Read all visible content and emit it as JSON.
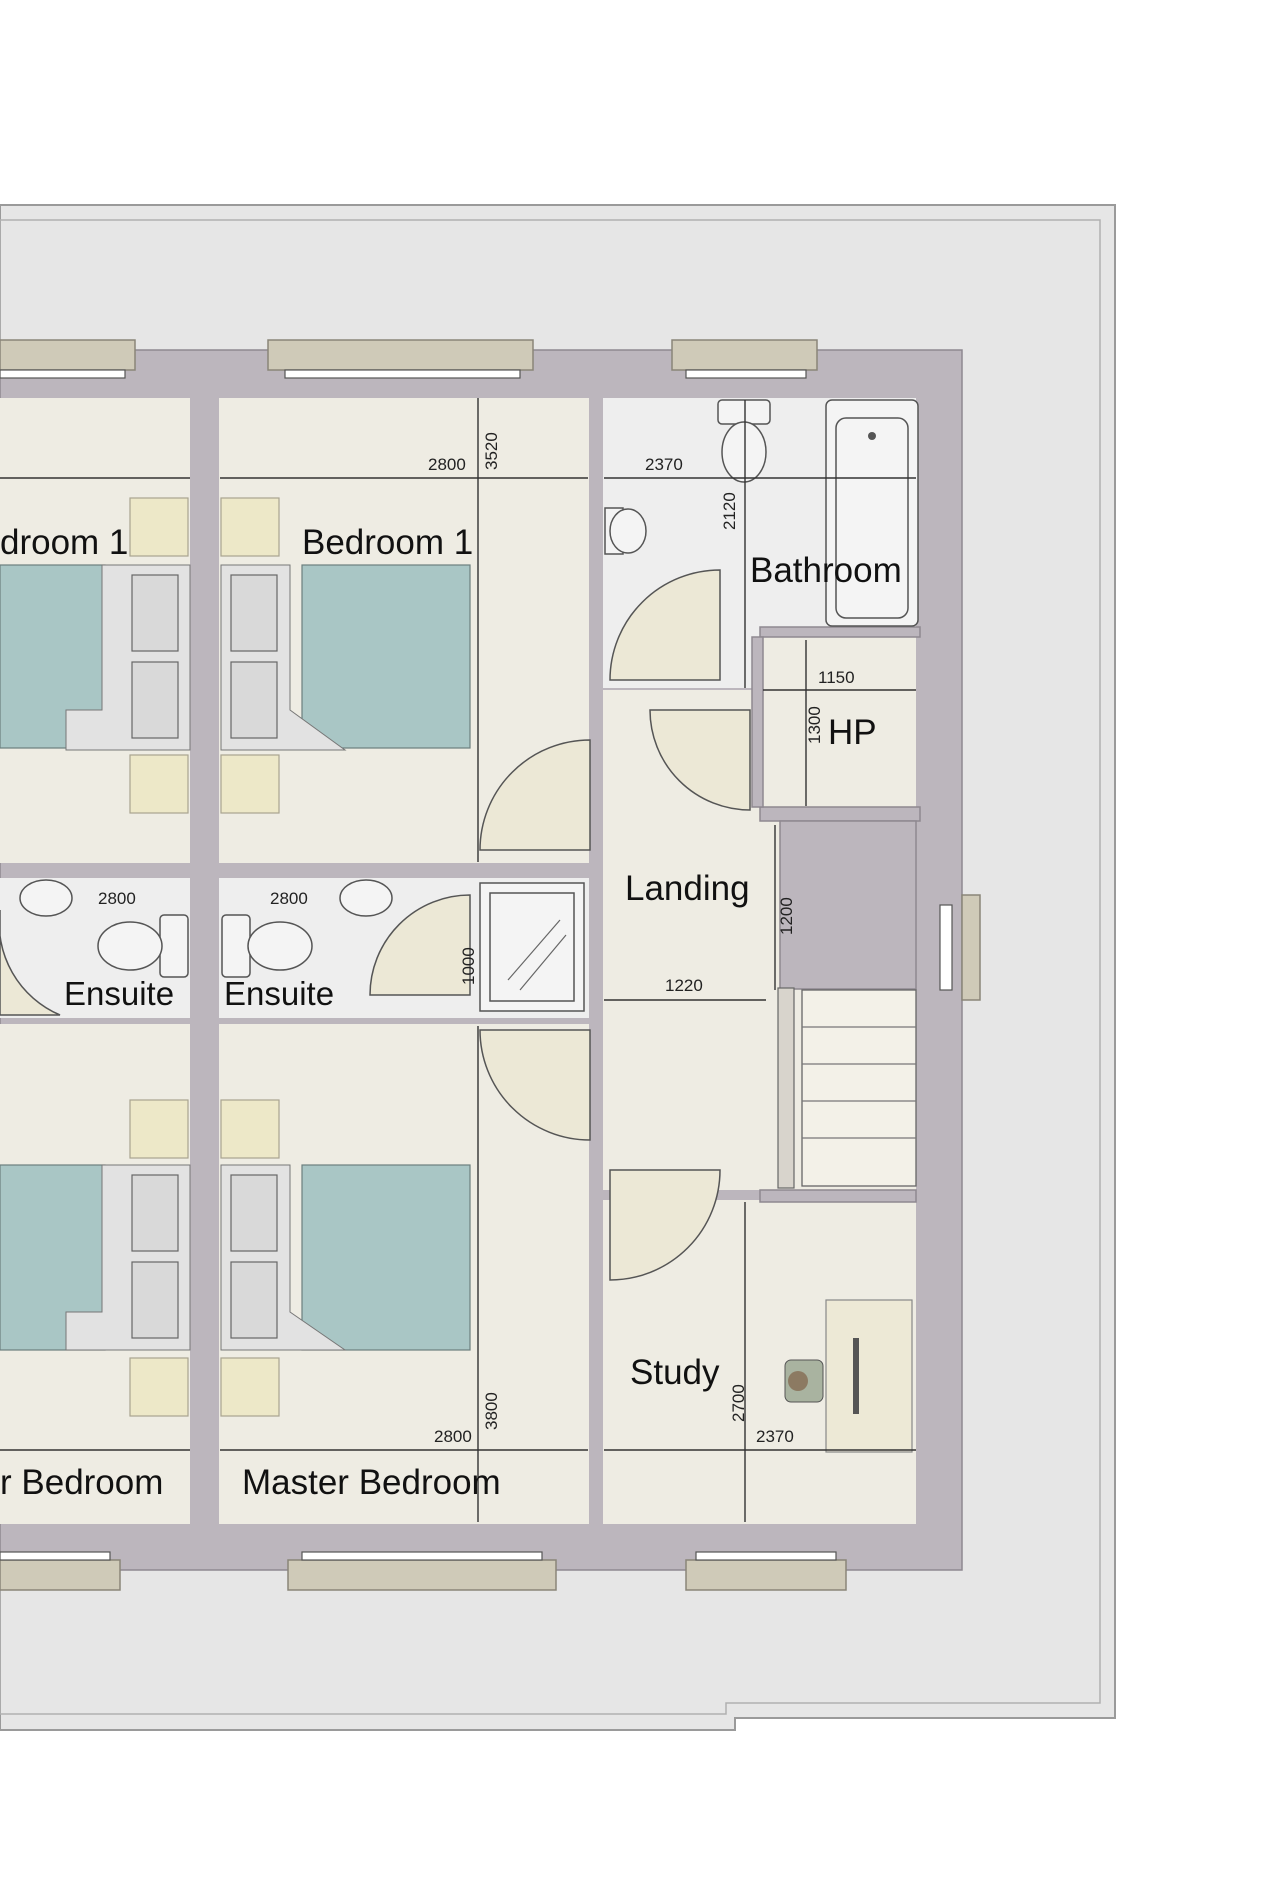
{
  "rooms": {
    "bedroom1_left": "droom 1",
    "bedroom1": "Bedroom 1",
    "bathroom": "Bathroom",
    "hp": "HP",
    "landing": "Landing",
    "ensuite_left": "Ensuite",
    "ensuite_right": "Ensuite",
    "study": "Study",
    "master_left": "r Bedroom",
    "master": "Master Bedroom"
  },
  "dimensions": {
    "bed1_width": "2800",
    "bed1_depth": "3520",
    "bath_width": "2370",
    "bath_depth": "2120",
    "hp_width": "1150",
    "hp_depth": "1300",
    "ensuite_left_width": "2800",
    "ensuite_right_width": "2800",
    "ensuite_depth": "1000",
    "landing_depth": "1200",
    "landing_width": "1220",
    "master_width": "2800",
    "master_depth": "3800",
    "study_depth": "2700",
    "study_width": "2370"
  },
  "colors": {
    "wall": "#bcb6bd",
    "floor": "#eeece3",
    "bed": "#a9c6c5",
    "site": "#e6e6e6"
  }
}
